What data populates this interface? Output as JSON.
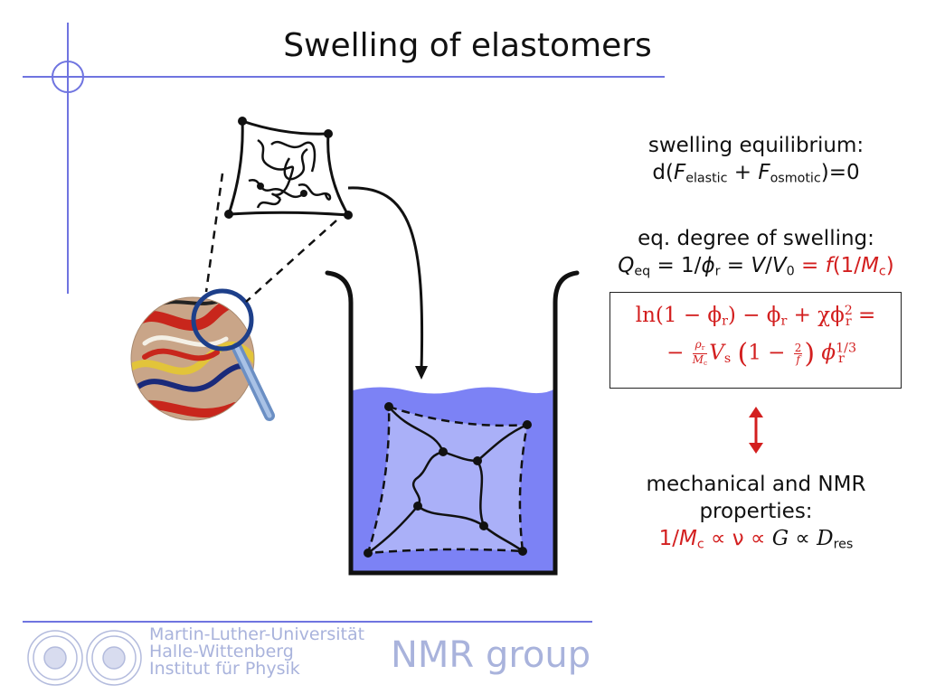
{
  "title": "Swelling of elastomers",
  "equilibrium": {
    "heading": "swelling equilibrium:",
    "d": "d(",
    "F1": "F",
    "F1_sub": "elastic",
    "plus": " + ",
    "F2": "F",
    "F2_sub": "osmotic",
    "tail": ")=0"
  },
  "degree": {
    "heading": "eq. degree of swelling:",
    "Q": "Q",
    "Q_sub": "eq",
    "eq1": " = 1/",
    "phi": "ϕ",
    "phi_sub": "r",
    "eq2": " = ",
    "V": "V",
    "slash": "/",
    "V0": "V",
    "V0_sub": "0",
    "red_eq": " = ",
    "f": "f",
    "f_arg": "(1/",
    "M": "M",
    "M_sub": "c",
    "close": ")"
  },
  "formula": {
    "line1_a": "ln(1 − ϕ",
    "r1": "r",
    "line1_b": ") − ϕ",
    "r2": "r",
    "line1_c": " + χϕ",
    "r3": "r",
    "sq": "2",
    "line1_end": " =",
    "line2_minus": "−",
    "rho": "ρ",
    "rho_sub": "r",
    "Mc": "M",
    "Mc_sub": "c",
    "Vs": "V",
    "Vs_sub": "s",
    "one_minus": "1 −",
    "two": "2",
    "ff": "f",
    "phi": "ϕ",
    "phi_sub": "r",
    "exp": "1/3"
  },
  "properties": {
    "line1": "mechanical and NMR",
    "line2": "properties:",
    "a": "1/",
    "M": "M",
    "M_sub": "c",
    "prop1": " ∝ ν ∝ ",
    "G": "G",
    "prop2": " ∝ ",
    "D": "D",
    "D_sub": "res"
  },
  "footer": {
    "uni1": "Martin-Luther-Universität",
    "uni2": "Halle-Wittenberg",
    "uni3": "Institut für Physik",
    "group": "NMR group"
  },
  "colors": {
    "accent_line": "#6f74e0",
    "red": "#d31f1f",
    "water": "#7c82f5",
    "gel": "#aab0f8",
    "footer_text": "#a9b3dc",
    "lens": "#1d3f8a"
  },
  "icons": [
    "magnifier-icon",
    "double-arrow-icon",
    "university-seal-icon"
  ]
}
